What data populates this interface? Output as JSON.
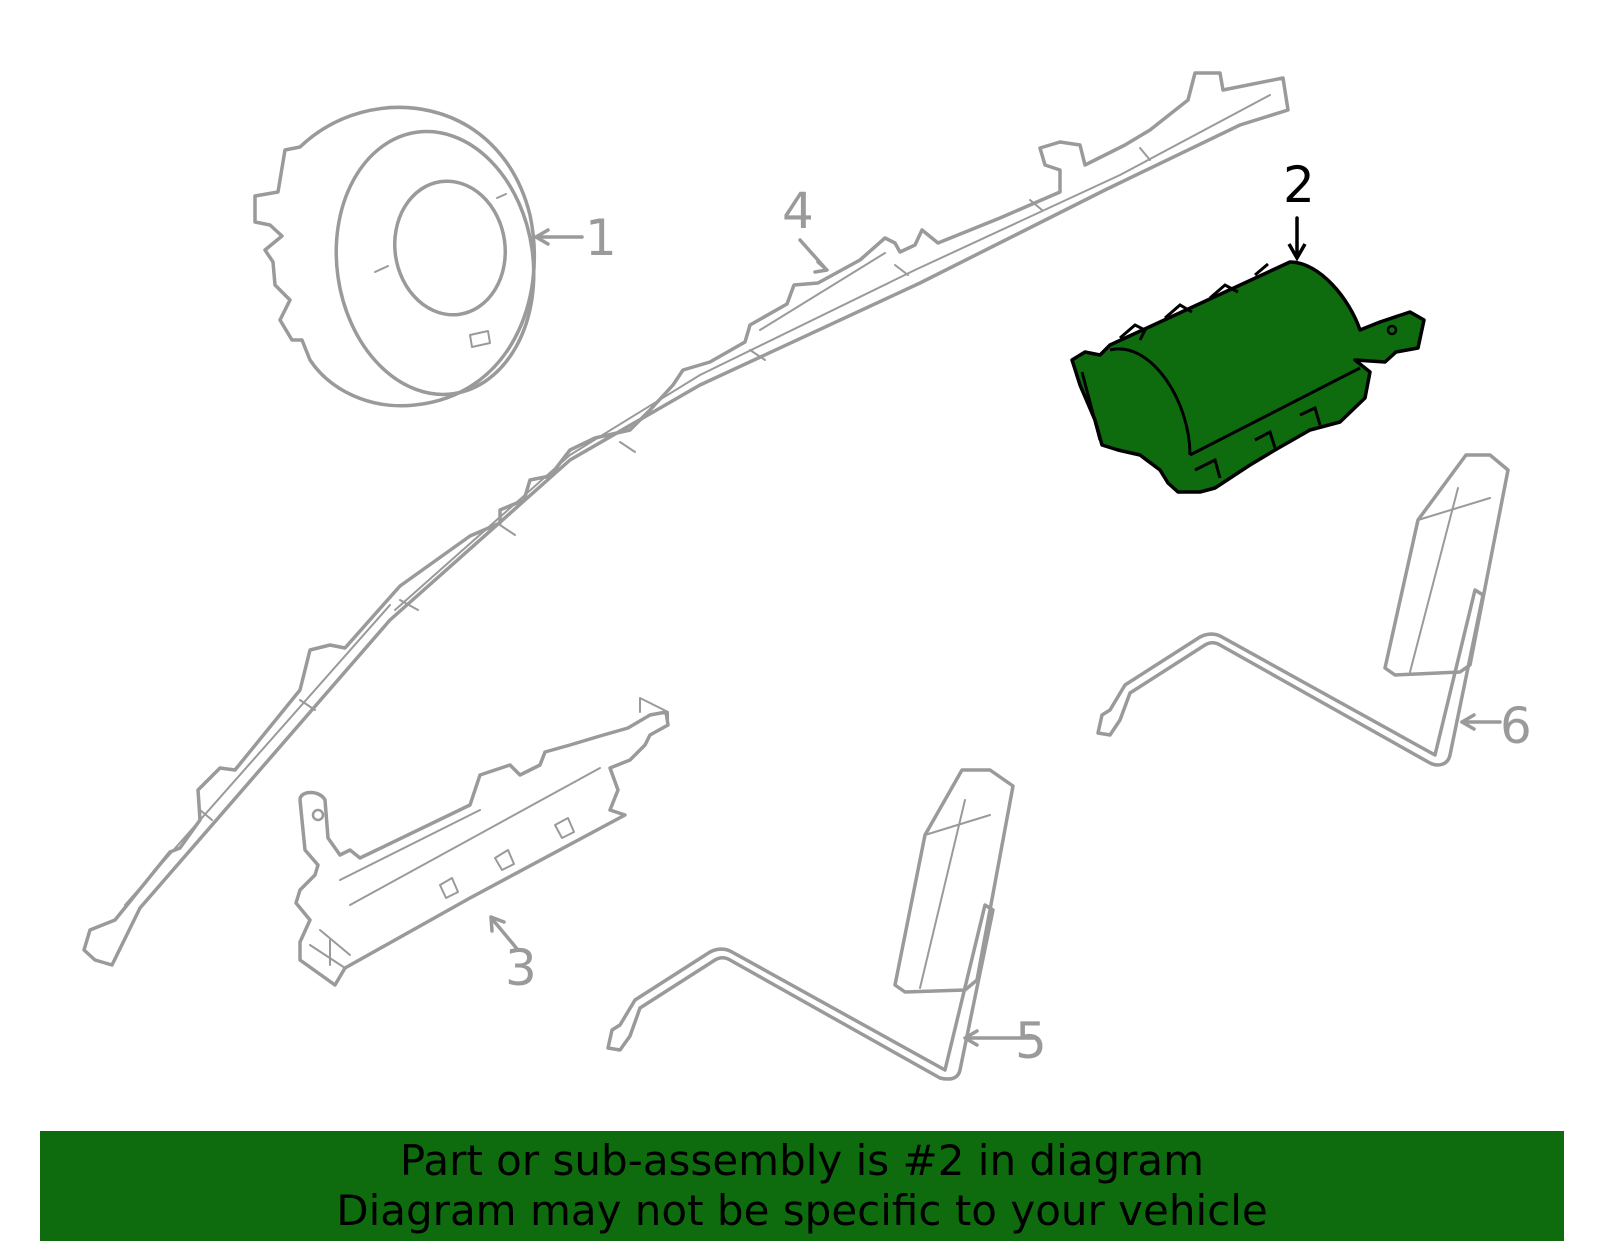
{
  "callouts": {
    "c1": "1",
    "c2": "2",
    "c3": "3",
    "c4": "4",
    "c5": "5",
    "c6": "6"
  },
  "banner": {
    "line1": "Part or sub-assembly is #2 in diagram",
    "line2": "Diagram may not be specific to your vehicle"
  },
  "colors": {
    "highlight_part": "#0e6b0e",
    "banner_background": "#0e6b0e",
    "line_art": "#9a9a9a"
  }
}
